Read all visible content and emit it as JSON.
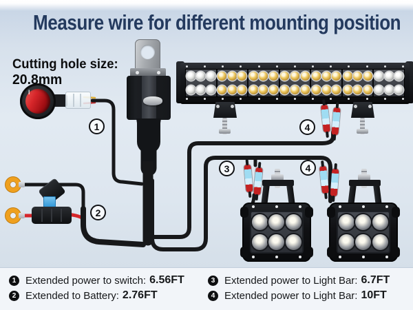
{
  "title": "Measure wire for different mounting position",
  "cutting_hole": {
    "label": "Cutting hole size:",
    "value": "20.8mm"
  },
  "markers": [
    {
      "num": "1"
    },
    {
      "num": "2"
    },
    {
      "num": "3"
    },
    {
      "num": "4"
    },
    {
      "num": "4"
    }
  ],
  "legend": {
    "items": [
      {
        "num": "1",
        "label": "Extended power to switch:",
        "value": "6.56FT"
      },
      {
        "num": "2",
        "label": "Extended to Battery:",
        "value": "2.76FT"
      },
      {
        "num": "3",
        "label": "Extended power to Light Bar:",
        "value": "6.7FT"
      },
      {
        "num": "4",
        "label": "Extended power to Light Bar:",
        "value": "10FT"
      }
    ]
  },
  "colors": {
    "title_navy": "#243a5e",
    "wire_black": "#17181a",
    "wire_red": "#d6262a",
    "connector_blue": "#9fdcf2",
    "connector_red": "#c42222",
    "fuse_blue": "#3fa9e4",
    "terminal_orange": "#efa01e",
    "switch_red": "#c4161c",
    "led_amber": "#eeca64"
  },
  "lightbar": {
    "sections": 7,
    "cols_per_section": 3,
    "rows": 2,
    "white_sections": [
      1,
      7
    ],
    "screws_per_edge": 13
  },
  "pods": {
    "count": 2,
    "led_cols": 3,
    "led_rows": 2,
    "screws_per_edge": 3
  }
}
